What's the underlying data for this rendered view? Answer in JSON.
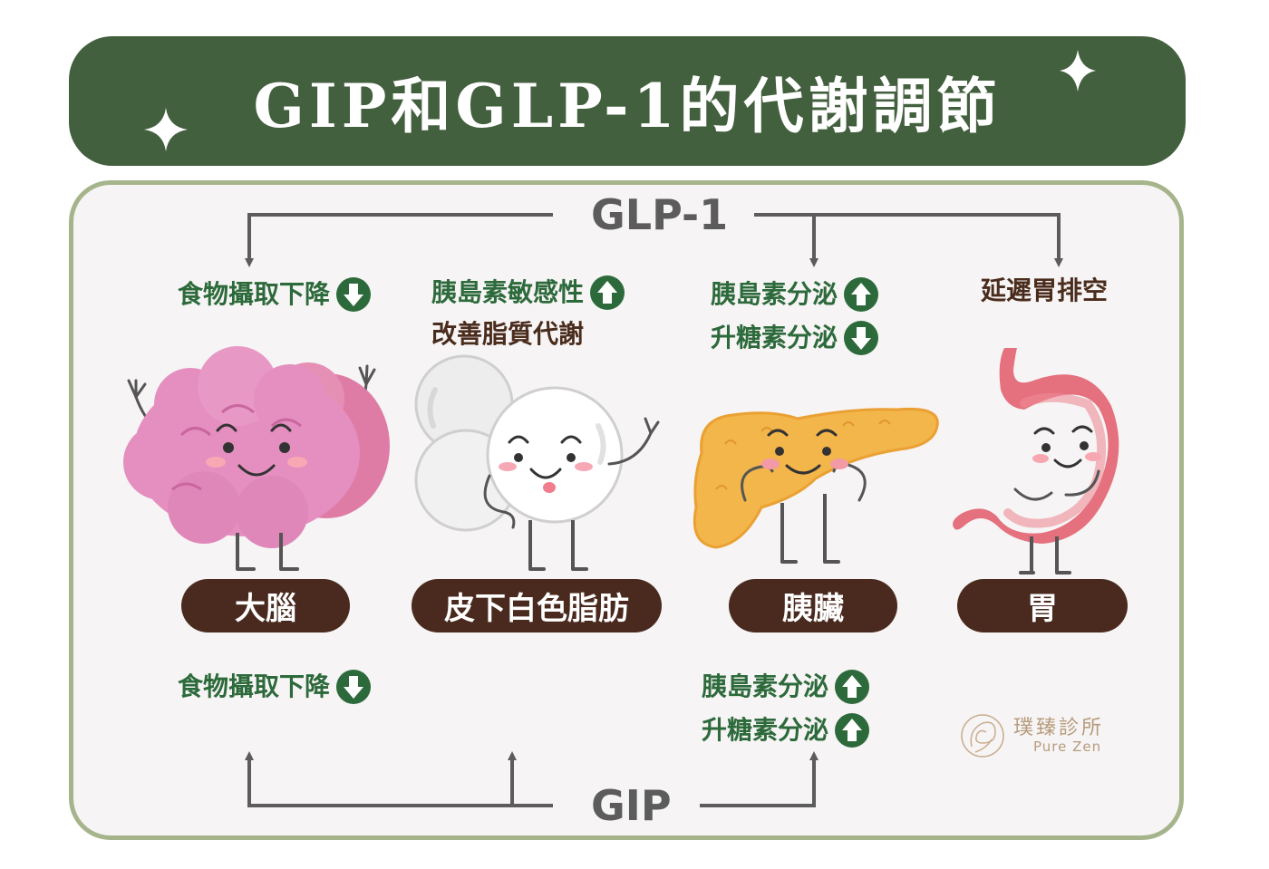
{
  "title": "GIP和GLP-1的代謝調節",
  "hormones": {
    "top": "GLP-1",
    "bottom": "GIP"
  },
  "glp1_effects": {
    "brain": [
      {
        "text": "食物攝取下降",
        "direction": "down"
      }
    ],
    "fat": [
      {
        "text": "胰島素敏感性",
        "direction": "up"
      },
      {
        "text": "改善脂質代謝",
        "direction": "none"
      }
    ],
    "pancreas": [
      {
        "text": "胰島素分泌",
        "direction": "up"
      },
      {
        "text": "升糖素分泌",
        "direction": "down"
      }
    ],
    "stomach": [
      {
        "text": "延遲胃排空",
        "direction": "none"
      }
    ]
  },
  "organs": {
    "brain": "大腦",
    "fat": "皮下白色脂肪",
    "pancreas": "胰臟",
    "stomach": "胃"
  },
  "gip_effects": {
    "brain": [
      {
        "text": "食物攝取下降",
        "direction": "down"
      }
    ],
    "pancreas": [
      {
        "text": "胰島素分泌",
        "direction": "up"
      },
      {
        "text": "升糖素分泌",
        "direction": "up"
      }
    ]
  },
  "logo": {
    "name_cn": "璞臻診所",
    "name_en": "Pure Zen"
  },
  "colors": {
    "banner": "#43603e",
    "panel_border": "#a6b48c",
    "panel_bg": "#f6f4f4",
    "effect_green": "#2d6a3b",
    "label_brown": "#4a2a1e",
    "connector_gray": "#5c5c5c",
    "brain_pink": "#e48fbf",
    "fat_white": "#ffffff",
    "pancreas_yellow": "#f2b64a",
    "stomach_red": "#e5707e"
  }
}
